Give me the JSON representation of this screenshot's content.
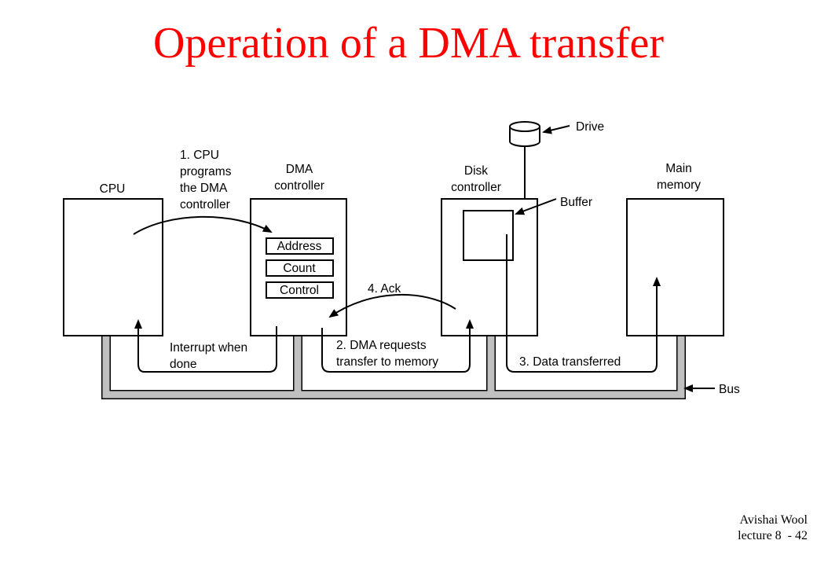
{
  "title": "Operation of a DMA transfer",
  "diagram": {
    "cpu": "CPU",
    "dma_controller": [
      "DMA",
      "controller"
    ],
    "disk_controller": [
      "Disk",
      "controller"
    ],
    "main_memory": [
      "Main",
      "memory"
    ],
    "registers": [
      "Address",
      "Count",
      "Control"
    ],
    "drive": "Drive",
    "buffer": "Buffer",
    "bus": "Bus",
    "step1": [
      "1. CPU",
      "programs",
      "the DMA",
      "controller"
    ],
    "step2": [
      "2. DMA requests",
      "transfer to memory"
    ],
    "step3": "3. Data transferred",
    "step4": "4. Ack",
    "interrupt": [
      "Interrupt when",
      "done"
    ]
  },
  "footer": {
    "author": "Avishai Wool",
    "page": "lecture 8  - 42"
  }
}
